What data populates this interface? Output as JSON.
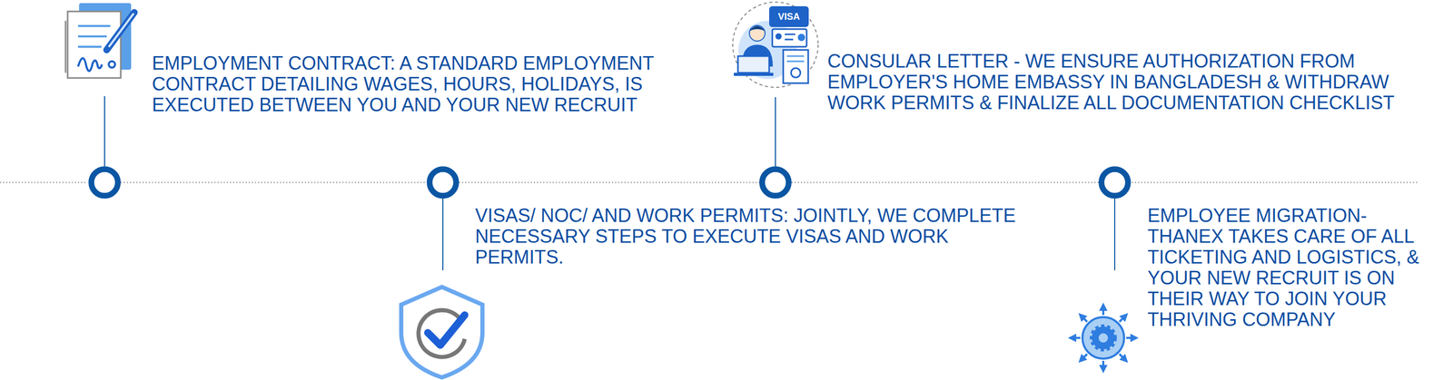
{
  "diagram": {
    "nodes": [
      {
        "text": [
          "EMPLOYMENT CONTRACT: A STANDARD EMPLOYMENT CONTRACT DETAILING WAGES, HOURS, HOLIDAYS, IS EXECUTED BETWEEN YOU AND YOUR NEW RECRUIT"
        ]
      },
      {
        "text": [
          "VISAS/ NOC/ AND WORK PERMITS: JOINTLY, WE COMPLETE NECESSARY STEPS TO EXECUTE VISAS AND WORK PERMITS."
        ]
      },
      {
        "text": [
          "CONSULAR LETTER - WE ENSURE AUTHORIZATION FROM EMPLOYER'S HOME EMBASSY IN BANGLADESH & WITHDRAW WORK PERMITS & FINALIZE ALL DOCUMENTATION CHECKLIST"
        ]
      },
      {
        "text": [
          "EMPLOYEE MIGRATION- THANEX TAKES CARE OF ALL TICKETING AND LOGISTICS, & YOUR NEW RECRUIT IS ON THEIR WAY TO JOIN YOUR THRIVING COMPANY"
        ]
      }
    ],
    "edges": [
      {
        "from": 0,
        "to": 1,
        "arrow": "none"
      },
      {
        "from": 1,
        "to": 2,
        "arrow": "none"
      },
      {
        "from": 2,
        "to": 3,
        "arrow": "none"
      }
    ],
    "labels": [
      "VISA"
    ]
  }
}
